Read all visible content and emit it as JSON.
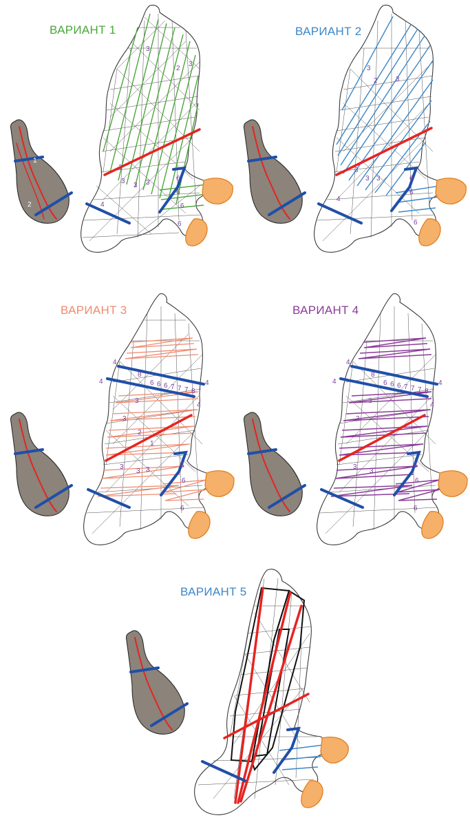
{
  "panels": [
    {
      "title": "ВАРИАНТ 1",
      "color": "#4aa63a",
      "style": "diagonal"
    },
    {
      "title": "ВАРИАНТ 2",
      "color": "#3a86c8",
      "style": "diagonal"
    },
    {
      "title": "ВАРИАНТ 3",
      "color": "#ef8a6e",
      "style": "horizontal"
    },
    {
      "title": "ВАРИАНТ 4",
      "color": "#8a3a98",
      "style": "horizontal"
    },
    {
      "title": "ВАРИАНТ 5",
      "color": "#3a86c8",
      "style": "fan"
    }
  ],
  "labels": {
    "p1": [
      "3",
      "2",
      "3",
      "3",
      "3",
      "3",
      "3",
      "6",
      "6",
      "6",
      "6",
      "4",
      "1",
      "2"
    ],
    "p3": [
      "4",
      "4",
      "4",
      "4",
      "6",
      "6",
      "6",
      "7",
      "7",
      "7",
      "8",
      "8",
      "3",
      "3",
      "2",
      "1",
      "6",
      "6",
      "6",
      "3",
      "3",
      "3"
    ]
  }
}
